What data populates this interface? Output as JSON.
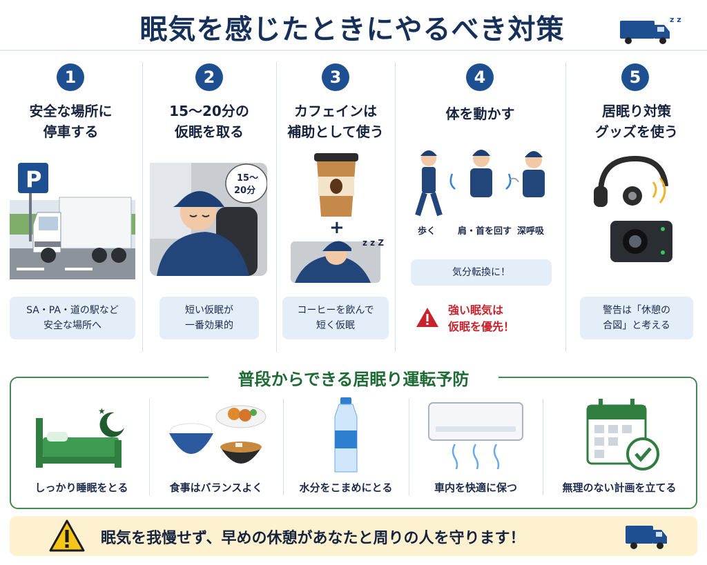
{
  "header": {
    "title": "眠気を感じたときにやるべき対策",
    "zzz": "z z Z"
  },
  "steps": [
    {
      "num": "1",
      "title_l1": "安全な場所に",
      "title_l2": "停車する",
      "box_l1": "SA・PA・道の駅など",
      "box_l2": "安全な場所へ",
      "sign": "P"
    },
    {
      "num": "2",
      "title_l1": "15～20分の",
      "title_l2": "仮眠を取る",
      "box_l1": "短い仮眠が",
      "box_l2": "一番効果的",
      "bubble_l1": "15～",
      "bubble_l2": "20分"
    },
    {
      "num": "3",
      "title_l1": "カフェインは",
      "title_l2": "補助として使う",
      "box_l1": "コーヒーを飲んで",
      "box_l2": "短く仮眠",
      "plus": "+",
      "zzz": "z z Z"
    },
    {
      "num": "4",
      "title_l1": "体を動かす",
      "title_l2": "",
      "box_l1": "気分転換に！",
      "box_l2": "",
      "actions": [
        "歩く",
        "肩・首を回す",
        "深呼吸"
      ],
      "warn_l1": "強い眠気は",
      "warn_l2": "仮眠を優先！"
    },
    {
      "num": "5",
      "title_l1": "居眠り対策",
      "title_l2": "グッズを使う",
      "box_l1": "警告は「休憩の",
      "box_l2": "合図」と考える"
    }
  ],
  "prevention": {
    "title": "普段からできる居眠り運転予防",
    "tips": [
      {
        "label": "しっかり睡眠をとる",
        "icon": "bed-icon"
      },
      {
        "label": "食事はバランスよく",
        "icon": "meal-icon"
      },
      {
        "label": "水分をこまめにとる",
        "icon": "water-bottle-icon"
      },
      {
        "label": "車内を快適に保つ",
        "icon": "air-conditioner-icon"
      },
      {
        "label": "無理のない計画を立てる",
        "icon": "calendar-check-icon"
      }
    ]
  },
  "footer": {
    "message": "眠気を我慢せず、早めの休憩があなたと周りの人を守ります！"
  },
  "colors": {
    "navy": "#16305a",
    "blue": "#1d4f91",
    "green": "#2f7d3f",
    "red": "#c8232c",
    "yellow": "#f5c518"
  }
}
